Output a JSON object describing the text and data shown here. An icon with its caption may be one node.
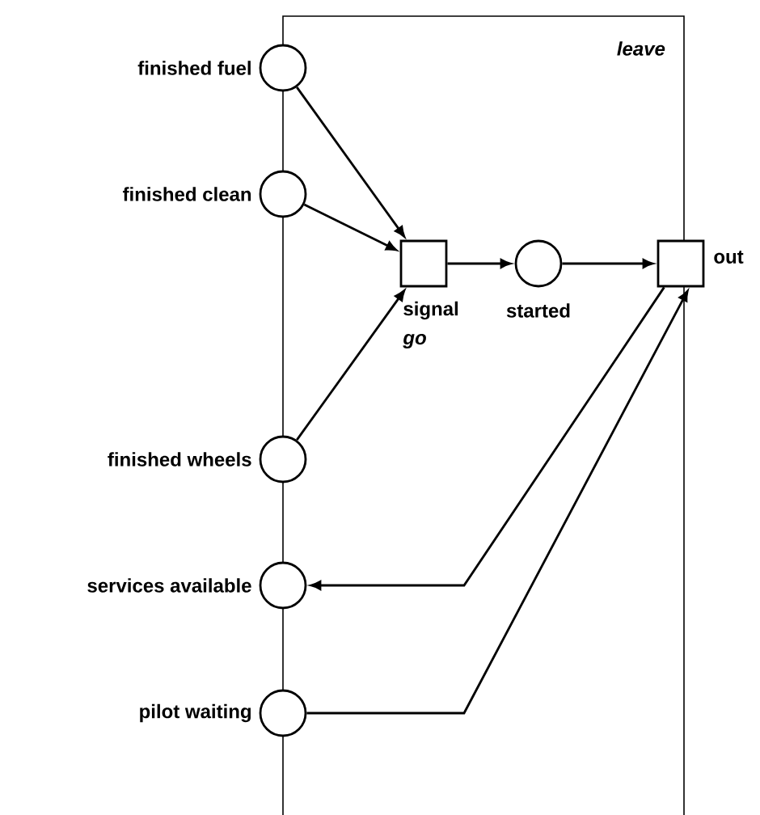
{
  "diagram": {
    "nodes": [
      {
        "text": [
          "leave"
        ]
      },
      {
        "text": [
          "finished fuel"
        ]
      },
      {
        "text": [
          "finished clean"
        ]
      },
      {
        "text": [
          "signal",
          "go"
        ],
        "in": 0
      },
      {
        "text": [
          "started"
        ],
        "in": 0
      },
      {
        "text": [
          "out"
        ]
      },
      {
        "text": [
          "finished wheels"
        ]
      },
      {
        "text": [
          "services available"
        ]
      },
      {
        "text": [
          "pilot waiting"
        ]
      }
    ],
    "edges": [
      {
        "from": 1,
        "to": 3,
        "arrow": "to"
      },
      {
        "from": 2,
        "to": 3,
        "arrow": "to"
      },
      {
        "from": 6,
        "to": 3,
        "arrow": "to"
      },
      {
        "from": 3,
        "to": 4,
        "arrow": "to"
      },
      {
        "from": 4,
        "to": 5,
        "arrow": "to"
      },
      {
        "from": 5,
        "to": 7,
        "arrow": "to"
      },
      {
        "from": 8,
        "to": 5,
        "arrow": "to"
      }
    ]
  }
}
